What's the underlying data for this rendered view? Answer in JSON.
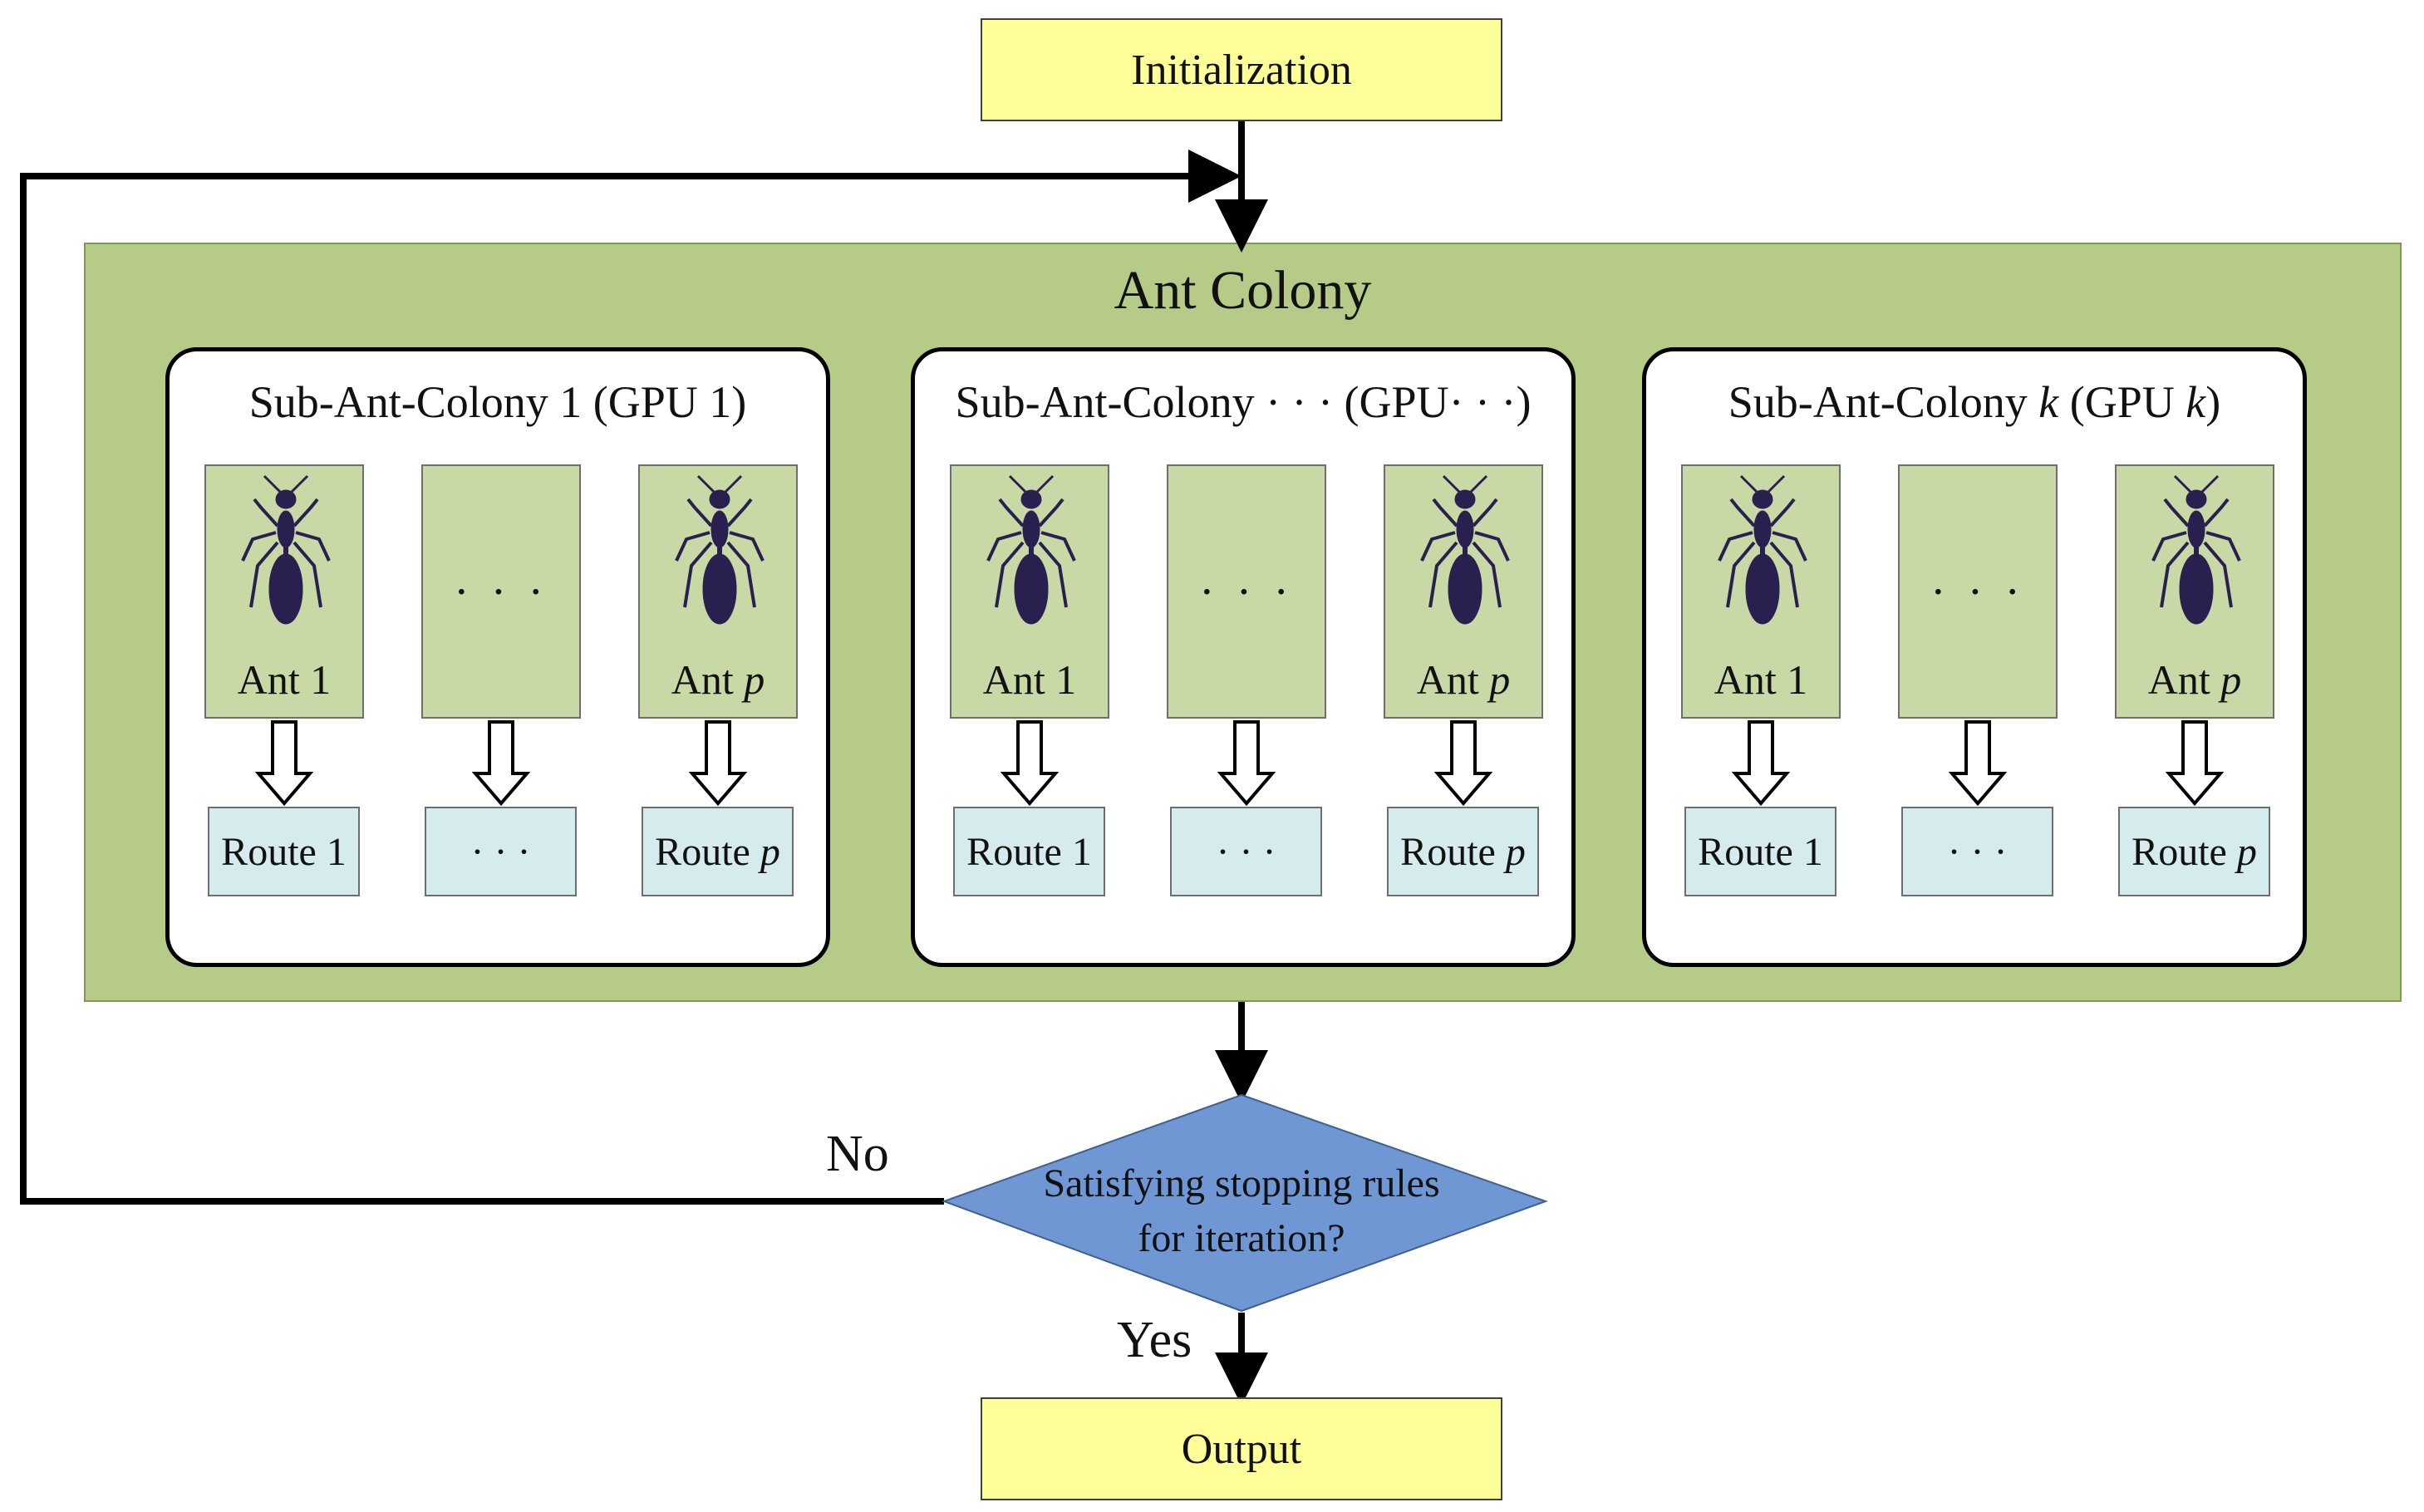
{
  "nodes": {
    "init": "Initialization",
    "colony_title": "Ant Colony",
    "decision_line1": "Satisfying stopping rules",
    "decision_line2": "for iteration?",
    "output": "Output"
  },
  "edges": {
    "no": "No",
    "yes": "Yes"
  },
  "sub_colonies": [
    {
      "title_pre": "Sub-Ant-Colony 1 (GPU 1)",
      "title_italic1": "",
      "title_mid": "",
      "title_italic2": "",
      "title_post": "",
      "ant_first": "Ant 1",
      "ant_middle": "· · ·",
      "ant_last_pre": "Ant ",
      "ant_last_var": "p",
      "route_first": "Route 1",
      "route_middle": "· · ·",
      "route_last_pre": "Route ",
      "route_last_var": "p"
    },
    {
      "title_pre": "Sub-Ant-Colony · · · (GPU· · ·)",
      "title_italic1": "",
      "title_mid": "",
      "title_italic2": "",
      "title_post": "",
      "ant_first": "Ant 1",
      "ant_middle": "· · ·",
      "ant_last_pre": "Ant ",
      "ant_last_var": "p",
      "route_first": "Route 1",
      "route_middle": "· · ·",
      "route_last_pre": "Route ",
      "route_last_var": "p"
    },
    {
      "title_pre": "Sub-Ant-Colony ",
      "title_italic1": "k",
      "title_mid": " (GPU ",
      "title_italic2": "k",
      "title_post": ")",
      "ant_first": "Ant 1",
      "ant_middle": "· · ·",
      "ant_last_pre": "Ant ",
      "ant_last_var": "p",
      "route_first": "Route 1",
      "route_middle": "· · ·",
      "route_last_pre": "Route ",
      "route_last_var": "p"
    }
  ],
  "colors": {
    "terminal_fill": "#ffff99",
    "colony_fill": "#b5cb87",
    "ant_card_fill": "#c8d9a6",
    "route_fill": "#d6ebee",
    "decision_fill": "#6f97d3",
    "ant_body": "#2a2050"
  },
  "icons": {
    "ant": "ant-icon"
  }
}
